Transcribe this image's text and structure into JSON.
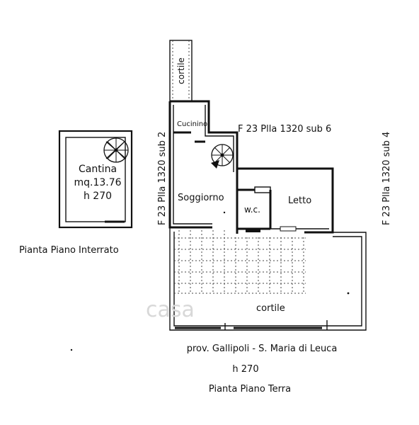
{
  "basement": {
    "room_name": "Cantina",
    "room_area": "mq.13.76",
    "room_height": "h 270",
    "caption": "Pianta Piano Interrato"
  },
  "ground_floor": {
    "rooms": {
      "cortile_top": "cortile",
      "cucinino": "Cucinino",
      "soggiorno": "Soggiorno",
      "wc": "w.c.",
      "letto": "Letto",
      "cortile_bottom": "cortile"
    },
    "neighbors": {
      "left": "F 23 Plla 1320 sub 2",
      "top": "F 23 Plla 1320 sub 6",
      "right": "F 23 Plla 1320 sub 4"
    },
    "location": "prov. Gallipoli - S. Maria di Leuca",
    "height": "h 270",
    "caption": "Pianta Piano Terra"
  },
  "watermark": "casa"
}
